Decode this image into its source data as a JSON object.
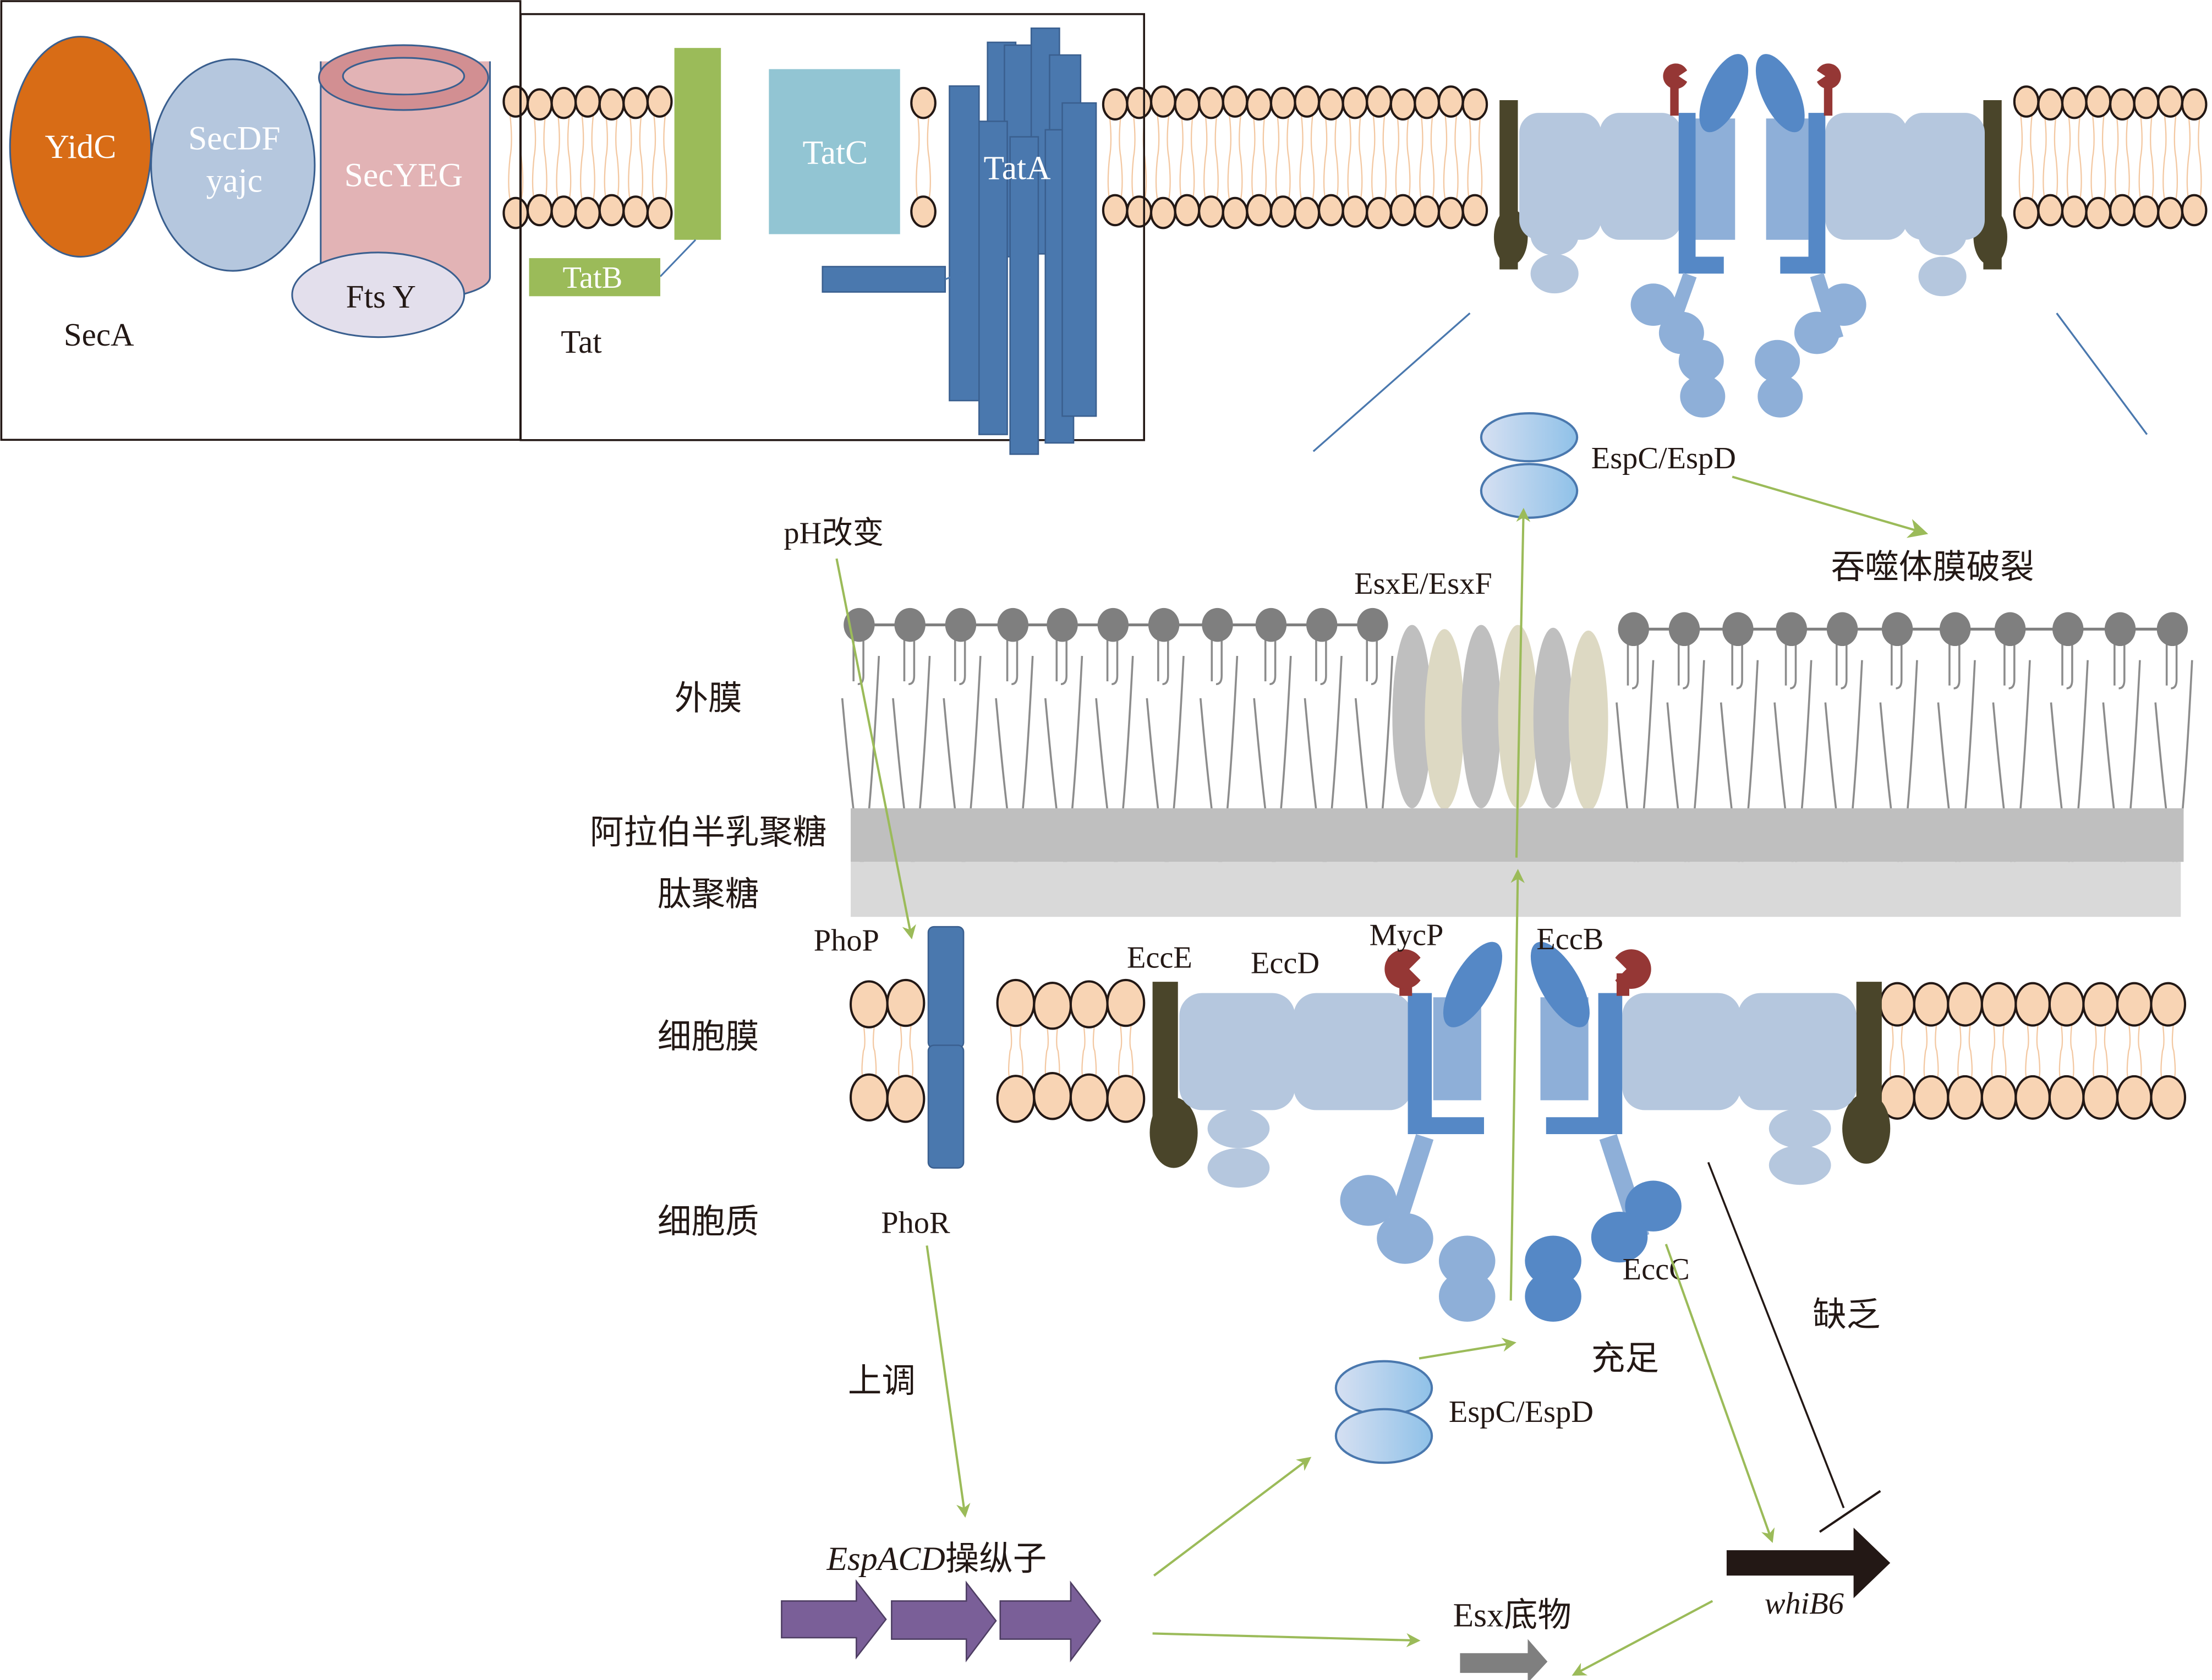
{
  "sec_panel": {
    "title": "SecA",
    "proteins": [
      "YidC",
      "SecDF",
      "yajc",
      "SecYEG",
      "Fts Y"
    ]
  },
  "tat_panel": {
    "title": "Tat",
    "proteins": [
      "TatB",
      "TatC",
      "TatA"
    ]
  },
  "esx_top": {
    "secreted": "EspC/EspD",
    "outcome": "吞噬体膜破裂"
  },
  "layers": {
    "outer_membrane": "外膜",
    "arabinogalactan": "阿拉伯半乳聚糖",
    "peptidoglycan": "肽聚糖",
    "cell_membrane": "细胞膜",
    "cytoplasm": "细胞质"
  },
  "signals": {
    "ph_change": "pH改变",
    "phop": "PhoP",
    "phor": "PhoR",
    "upregulate": "上调",
    "sufficient": "充足",
    "lacking": "缺乏"
  },
  "esx_complex": {
    "pore": "EsxE/EsxF",
    "ecce": "EccE",
    "eccd": "EccD",
    "mycp": "MycP",
    "eccb": "EccB",
    "eccc": "EccC"
  },
  "genes": {
    "operon_italic": "EspACD",
    "operon_suffix": "操纵子",
    "espcd": "EspC/EspD",
    "esx_substrate": "Esx底物",
    "whib6": "whiB6"
  },
  "colors": {
    "yidc": "#d86c16",
    "secdf": "#b5c7de",
    "secyeg": "#e2b3b5",
    "ftsy": "#e3dfec",
    "tatb": "#9bbb59",
    "tatc": "#92c5d3",
    "tata": "#4a78ae",
    "arrow_green": "#9bbb59",
    "mycp": "#953735",
    "ecce": "#4a452a",
    "operon": "#7a5f98",
    "whib6": "#231815"
  }
}
